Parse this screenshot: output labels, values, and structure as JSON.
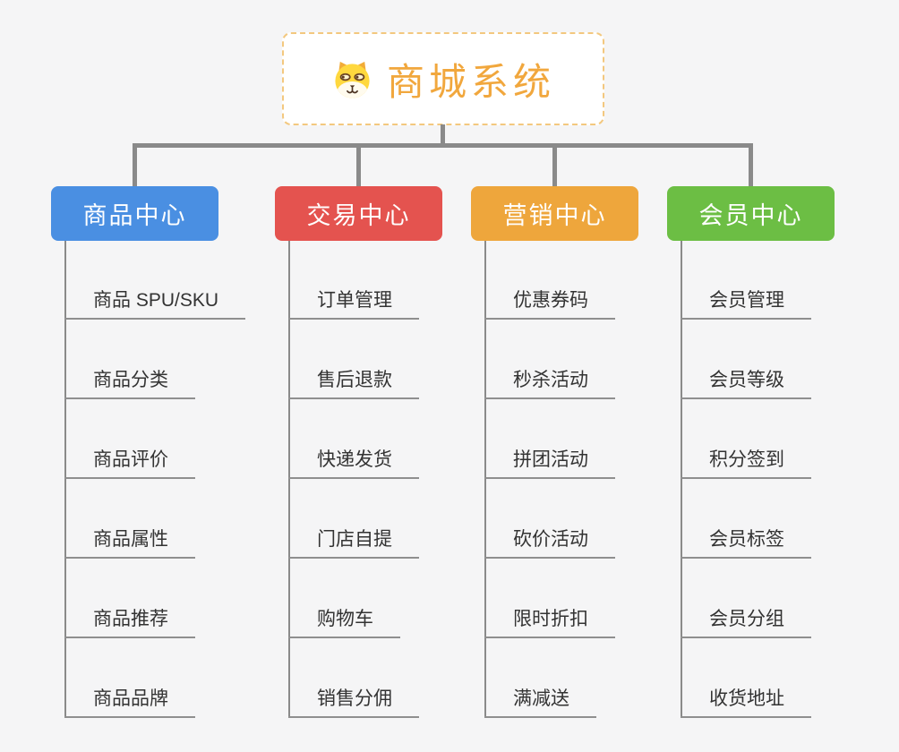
{
  "root": {
    "title": "商城系统",
    "icon": "dog-face-icon",
    "accent_color": "#F1A73D",
    "border_color": "#F3C87F"
  },
  "connector_color": "#8A8A8A",
  "underline_color": "#8F8F8F",
  "background_color": "#F5F5F6",
  "leaf_text_color": "#333333",
  "branches": [
    {
      "label": "商品中心",
      "color": "#4A8FE2",
      "children": [
        "商品 SPU/SKU",
        "商品分类",
        "商品评价",
        "商品属性",
        "商品推荐",
        "商品品牌"
      ]
    },
    {
      "label": "交易中心",
      "color": "#E4534F",
      "children": [
        "订单管理",
        "售后退款",
        "快递发货",
        "门店自提",
        "购物车",
        "销售分佣"
      ]
    },
    {
      "label": "营销中心",
      "color": "#EEA63C",
      "children": [
        "优惠券码",
        "秒杀活动",
        "拼团活动",
        "砍价活动",
        "限时折扣",
        "满减送"
      ]
    },
    {
      "label": "会员中心",
      "color": "#6CBE44",
      "children": [
        "会员管理",
        "会员等级",
        "积分签到",
        "会员标签",
        "会员分组",
        "收货地址"
      ]
    }
  ]
}
